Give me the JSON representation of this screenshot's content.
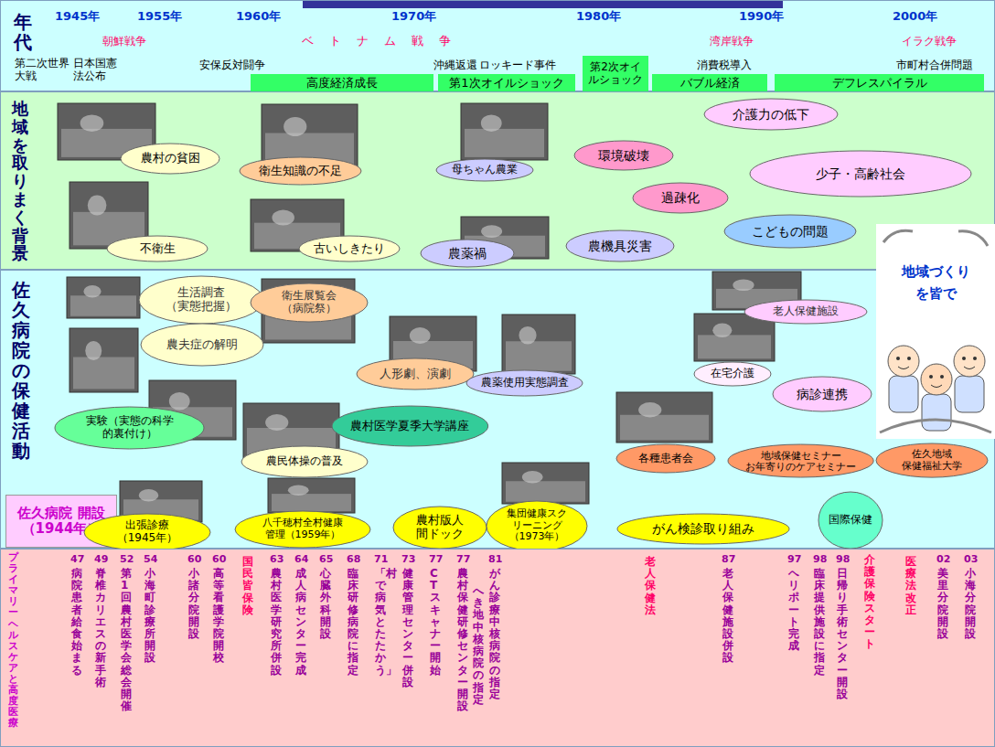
{
  "diagram": {
    "nodes": [
      {
        "text": [
          "年代"
        ]
      },
      {
        "text": [
          "高度経済成長"
        ],
        "in": 0
      },
      {
        "text": [
          "第1次オイルショック"
        ],
        "in": 0
      },
      {
        "text": [
          "第2次オイ ルショック"
        ],
        "in": 0
      },
      {
        "text": [
          "バブル経済"
        ],
        "in": 0
      },
      {
        "text": [
          "デフレスパイラル"
        ],
        "in": 0
      },
      {
        "text": [
          "地域を取りまく背景"
        ]
      },
      {
        "text": [
          "農村の貧困"
        ],
        "in": 6
      },
      {
        "text": [
          "衛生知識の不足"
        ],
        "in": 6
      },
      {
        "text": [
          "母ちゃん農業"
        ],
        "in": 6
      },
      {
        "text": [
          "環境破壊"
        ],
        "in": 6
      },
      {
        "text": [
          "介護力の低下"
        ],
        "in": 6
      },
      {
        "text": [
          "少子・高齢社会"
        ],
        "in": 6
      },
      {
        "text": [
          "過疎化"
        ],
        "in": 6
      },
      {
        "text": [
          "不衛生"
        ],
        "in": 6
      },
      {
        "text": [
          "古いしきたり"
        ],
        "in": 6
      },
      {
        "text": [
          "農薬禍"
        ],
        "in": 6
      },
      {
        "text": [
          "農機具災害"
        ],
        "in": 6
      },
      {
        "text": [
          "こどもの問題"
        ],
        "in": 6
      },
      {
        "text": [
          "佐久病院の保健活動"
        ]
      },
      {
        "text": [
          "生活調査 （実態把握）"
        ],
        "in": 19
      },
      {
        "text": [
          "衛生展覧会 （病院祭）"
        ],
        "in": 19
      },
      {
        "text": [
          "老人保健施設"
        ],
        "in": 19
      },
      {
        "text": [
          "農夫症の解明"
        ],
        "in": 19
      },
      {
        "text": [
          "人形劇、演劇"
        ],
        "in": 19
      },
      {
        "text": [
          "農薬使用実態調査"
        ],
        "in": 19
      },
      {
        "text": [
          "在宅介護"
        ],
        "in": 19
      },
      {
        "text": [
          "病診連携"
        ],
        "in": 19
      },
      {
        "text": [
          "実験（実態の科学 的裏付け）"
        ],
        "in": 19
      },
      {
        "text": [
          "農村医学夏季大学講座"
        ],
        "in": 19
      },
      {
        "text": [
          "農民体操の普及"
        ],
        "in": 19
      },
      {
        "text": [
          "各種患者会"
        ],
        "in": 19
      },
      {
        "text": [
          "地域保健セミナー お年寄りのケアセミナー"
        ],
        "in": 19
      },
      {
        "text": [
          "佐久地域 保健福祉大学"
        ],
        "in": 19
      },
      {
        "text": [
          "佐久病院 開設 （1944年）"
        ],
        "in": 19
      },
      {
        "text": [
          "出張診療 （1945年）"
        ],
        "in": 19
      },
      {
        "text": [
          "八千穂村全村健康 管理（1959年）"
        ],
        "in": 19
      },
      {
        "text": [
          "農村版人 間ドック"
        ],
        "in": 19
      },
      {
        "text": [
          "集団健康スク リーニング （1973年）"
        ],
        "in": 19
      },
      {
        "text": [
          "がん検診取り組み"
        ],
        "in": 19
      },
      {
        "text": [
          "国際保健"
        ],
        "in": 19
      },
      {
        "text": [
          "地域づくり を皆で"
        ]
      },
      {
        "text": [
          "プライマリーヘルスケアと高度医療"
        ]
      }
    ],
    "labels": [
      "1945年",
      "1955年",
      "1960年",
      "1970年",
      "1980年",
      "1990年",
      "2000年",
      "朝鮮戦争",
      "ベトナム戦争",
      "湾岸戦争",
      "イラク戦争",
      "第二次世界 大戦",
      "日本国憲 法公布",
      "安保反対闘争",
      "沖縄返還",
      "ロッキード事件",
      "消費税導入",
      "市町村合併問題",
      "47",
      "病院患者給食始まる",
      "49",
      "脊椎カリエスの新手術",
      "52",
      "第1回農村医学会総会開催",
      "54",
      "小海町診療所開設",
      "60",
      "小諸分院開設",
      "60",
      "高等看護学院開校",
      "国民皆保険",
      "63",
      "農村医学研究所併設",
      "64",
      "成人病センター完成",
      "65",
      "心臓外科開設",
      "68",
      "臨床研修病院に指定",
      "71",
      "「村で病気とたたかう」",
      "73",
      "健康管理センター併設",
      "77",
      "CTスキャナー開始",
      "77",
      "農村保健研修センター開設",
      "へき地中核病院の指定",
      "81",
      "がん診療中核病院の指定",
      "老人保健法",
      "87",
      "老人保健施設併設",
      "97",
      "ヘリポート完成",
      "98",
      "臨床提供施設に指定",
      "98",
      "日帰り手術センター開設",
      "介護保険スタート",
      "医療法改正",
      "02",
      "美里分院開設",
      "03",
      "小海分院開設"
    ]
  }
}
